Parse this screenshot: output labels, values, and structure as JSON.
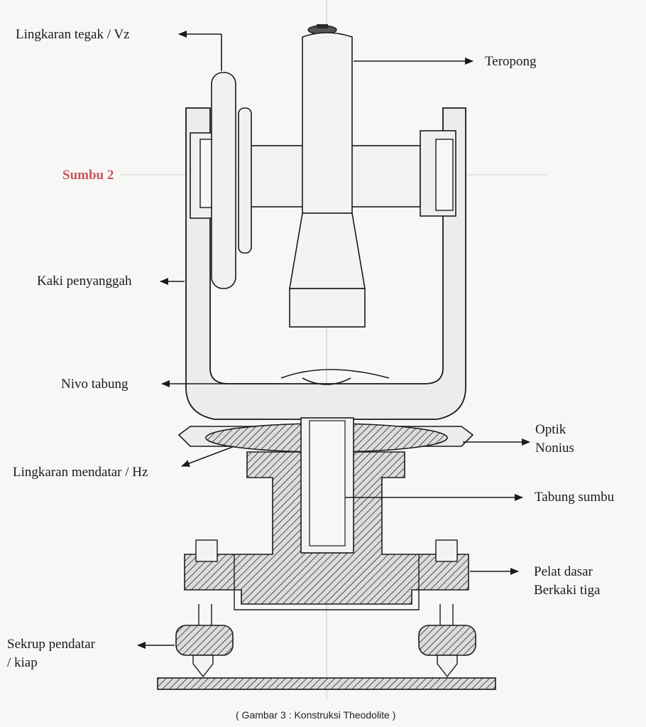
{
  "labels": {
    "lingkaran_tegak": "Lingkaran tegak / Vz",
    "teropong": "Teropong",
    "sumbu2": "Sumbu 2",
    "kaki_penyanggah": "Kaki penyanggah",
    "nivo_tabung": "Nivo tabung",
    "optik_line1": "Optik",
    "optik_line2": "Nonius",
    "lingkaran_mendatar": "Lingkaran mendatar / Hz",
    "tabung_sumbu": "Tabung sumbu",
    "pelat_line1": "Pelat dasar",
    "pelat_line2": "Berkaki tiga",
    "sekrup_line1": "Sekrup pendatar",
    "sekrup_line2": "/ kiap"
  },
  "caption": "( Gambar 3 : Konstruksi Theodolite )",
  "colors": {
    "accent_label": "#c9565a",
    "line": "#1a1a1a",
    "body_fill": "#ececea"
  }
}
